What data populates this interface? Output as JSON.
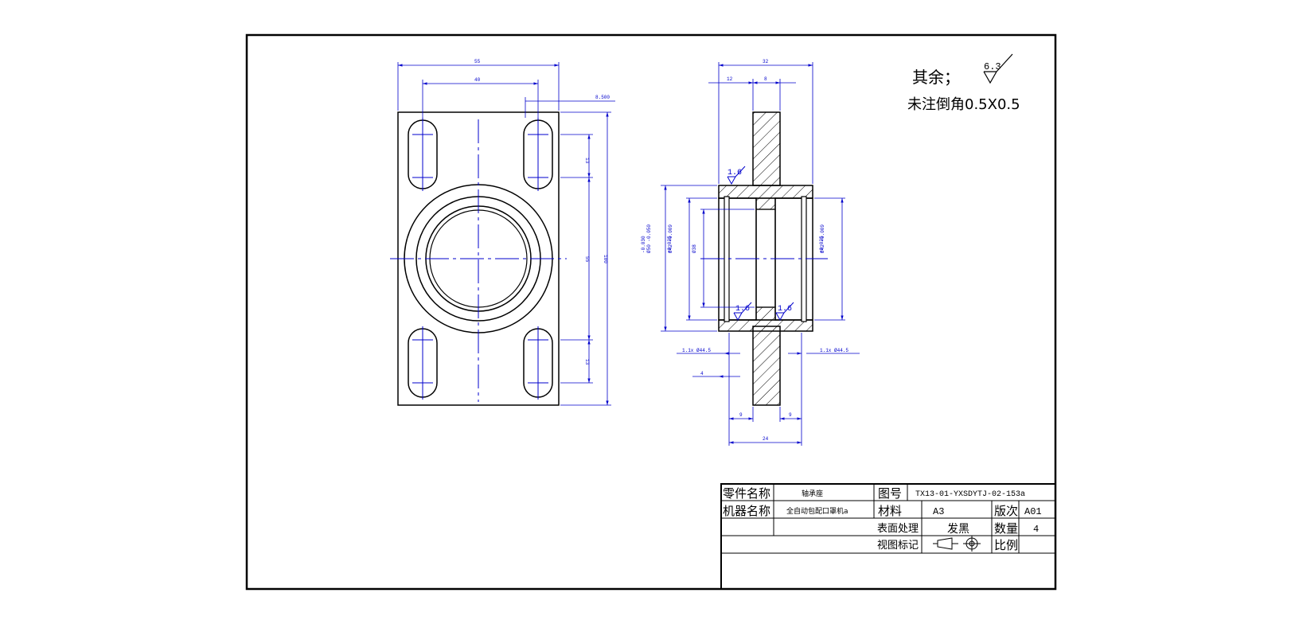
{
  "notes": {
    "remaining_label": "其余；",
    "remaining_roughness": "6.3",
    "chamfer_note": "未注倒角0.5X0.5"
  },
  "front_view": {
    "dims": {
      "overall_width": "55",
      "slot_spacing": "40",
      "slot_offset": "8.500",
      "slot_len_top": "13",
      "slot_len_bottom": "13",
      "slot_center_dist": "55",
      "overall_height": "100"
    }
  },
  "section_view": {
    "dims": {
      "overall_len": "32",
      "left_len": "12",
      "flange_thk": "8",
      "bore_left_upper": "+0.025",
      "bore_left_mid": "Ø42 +0.009",
      "bore_outer": "-0.030",
      "bore_outer_2": "Ø50 -0.050",
      "bore_center": "Ø38",
      "bore_right_upper": "+0.025",
      "bore_right_mid": "Ø42 +0.009",
      "groove_left": "1.1x Ø44.5",
      "groove_right": "1.1x Ø44.5",
      "shoulder": "4",
      "hub_left": "9",
      "hub_right": "9",
      "hub_total": "24"
    },
    "roughness": {
      "top": "1.6",
      "inner_left": "1.6",
      "inner_right": "1.6"
    }
  },
  "title_block": {
    "part_name_label": "零件名称",
    "part_name": "轴承座",
    "drawing_no_label": "图号",
    "drawing_no": "TX13-01-YXSDYTJ-02-153a",
    "machine_label": "机器名称",
    "machine_name": "全自动包配口罩机a",
    "material_label": "材料",
    "material": "A3",
    "revision_label": "版次",
    "revision": "A01",
    "surface_label": "表面处理",
    "surface": "发黑",
    "qty_label": "数量",
    "qty": "4",
    "view_label": "视图标记",
    "scale_label": "比例",
    "scale": ""
  }
}
